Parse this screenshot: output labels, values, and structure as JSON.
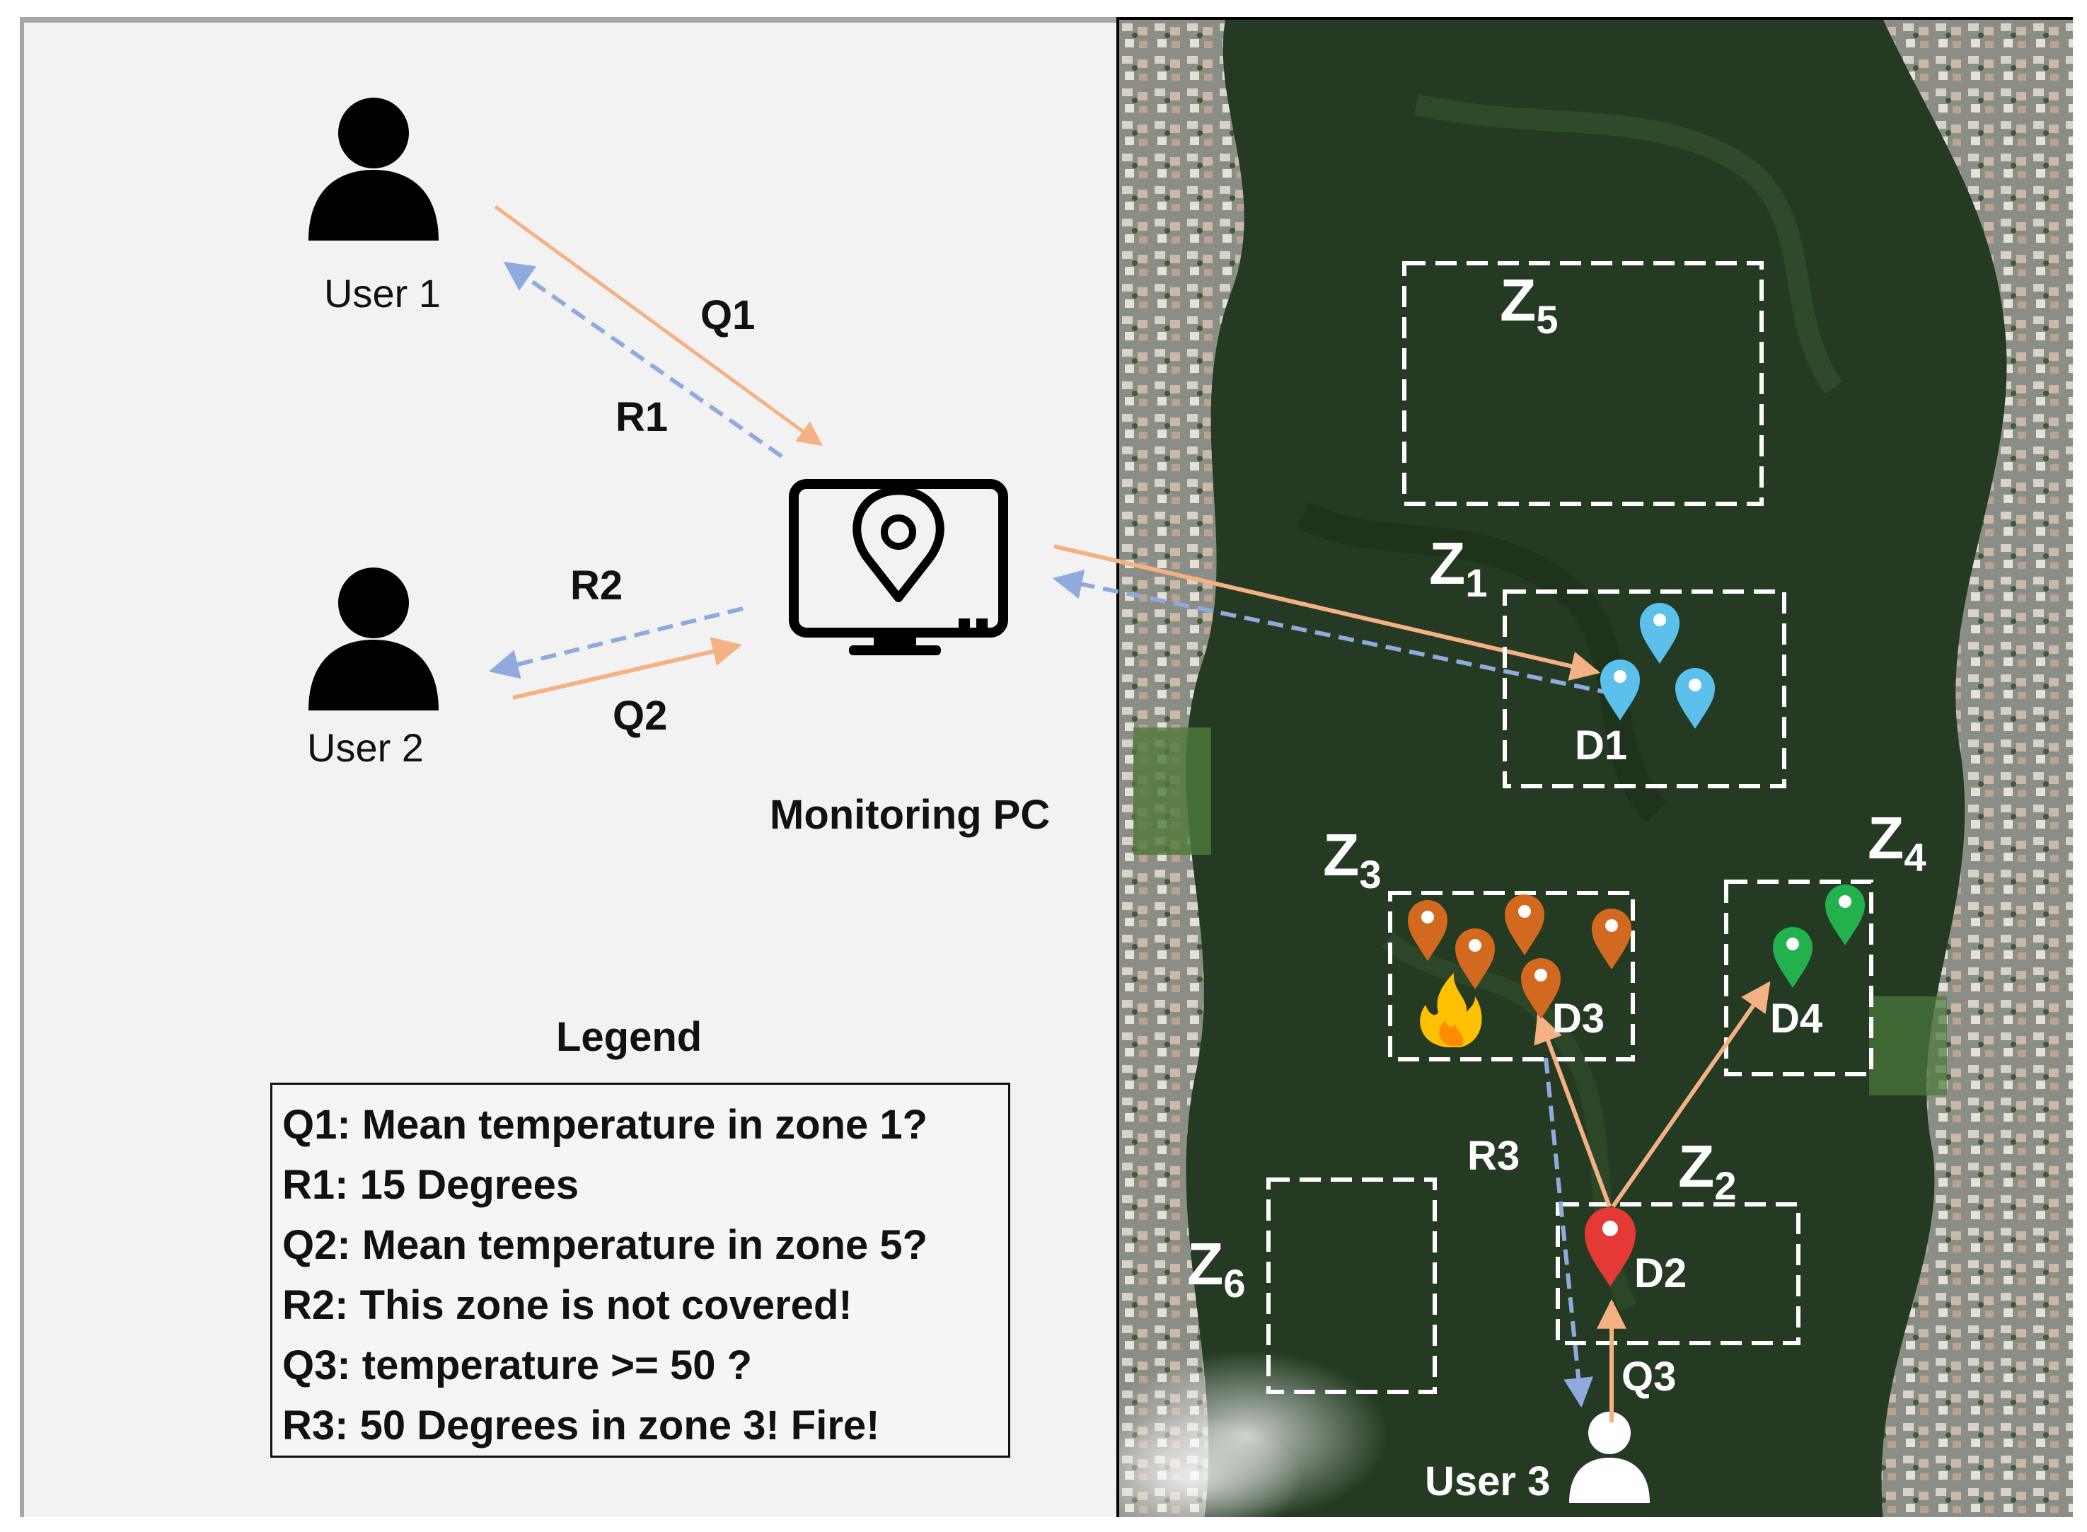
{
  "users": {
    "user1": "User 1",
    "user2": "User 2",
    "user3": "User 3"
  },
  "arrows": {
    "q1": "Q1",
    "r1": "R1",
    "q2": "Q2",
    "r2": "R2",
    "q3": "Q3",
    "r3": "R3"
  },
  "monitor": {
    "label": "Monitoring PC"
  },
  "zones": {
    "z1": {
      "letter": "Z",
      "index": "1"
    },
    "z2": {
      "letter": "Z",
      "index": "2"
    },
    "z3": {
      "letter": "Z",
      "index": "3"
    },
    "z4": {
      "letter": "Z",
      "index": "4"
    },
    "z5": {
      "letter": "Z",
      "index": "5"
    },
    "z6": {
      "letter": "Z",
      "index": "6"
    }
  },
  "devices": {
    "d1": "D1",
    "d2": "D2",
    "d3": "D3",
    "d4": "D4"
  },
  "legend": {
    "title": "Legend",
    "lines": [
      "Q1: Mean temperature in zone 1?",
      "R1: 15 Degrees",
      "Q2: Mean temperature in zone 5?",
      "R2: This zone is not covered!",
      "Q3: temperature >= 50 ?",
      "R3: 50 Degrees in zone 3! Fire!"
    ]
  },
  "colors": {
    "query_arrow": "#f4b183",
    "response_arrow": "#8faadc",
    "pin_d1": "#5bc0eb",
    "pin_d2": "#e53935",
    "pin_d3": "#d2691e",
    "pin_d4": "#22b14c",
    "fire": "#ffc000"
  }
}
